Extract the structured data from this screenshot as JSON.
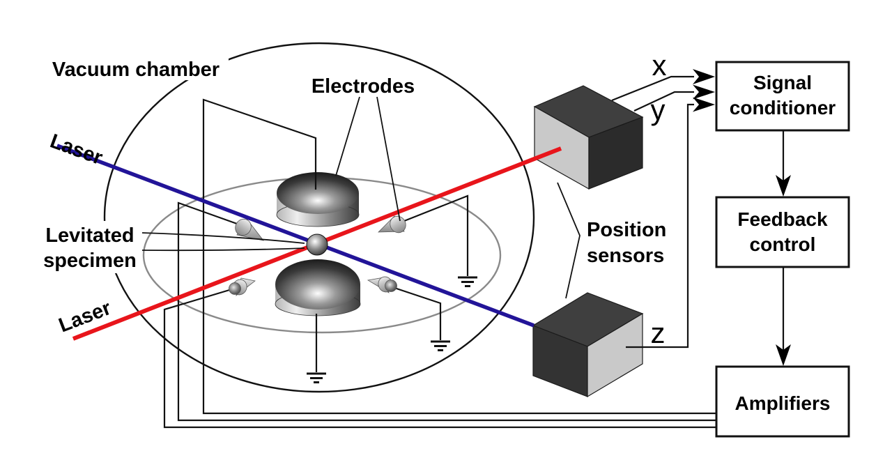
{
  "labels": {
    "vacuum_chamber": "Vacuum chamber",
    "electrodes": "Electrodes",
    "levitated_specimen": {
      "line1": "Levitated",
      "line2": "specimen"
    },
    "laser_top": "Laser",
    "laser_bottom": "Laser",
    "position_sensors": {
      "line1": "Position",
      "line2": "sensors"
    }
  },
  "axes": {
    "x": "x",
    "y": "y",
    "z": "z"
  },
  "boxes": {
    "signal_conditioner": {
      "line1": "Signal",
      "line2": "conditioner"
    },
    "feedback_control": {
      "line1": "Feedback",
      "line2": "control"
    },
    "amplifiers": {
      "label": "Amplifiers"
    }
  },
  "colors": {
    "laser_red": "#e8151b",
    "laser_blue": "#221498",
    "wire": "#111111",
    "box_border": "#111111",
    "equator_gray": "#8a8a8a"
  }
}
